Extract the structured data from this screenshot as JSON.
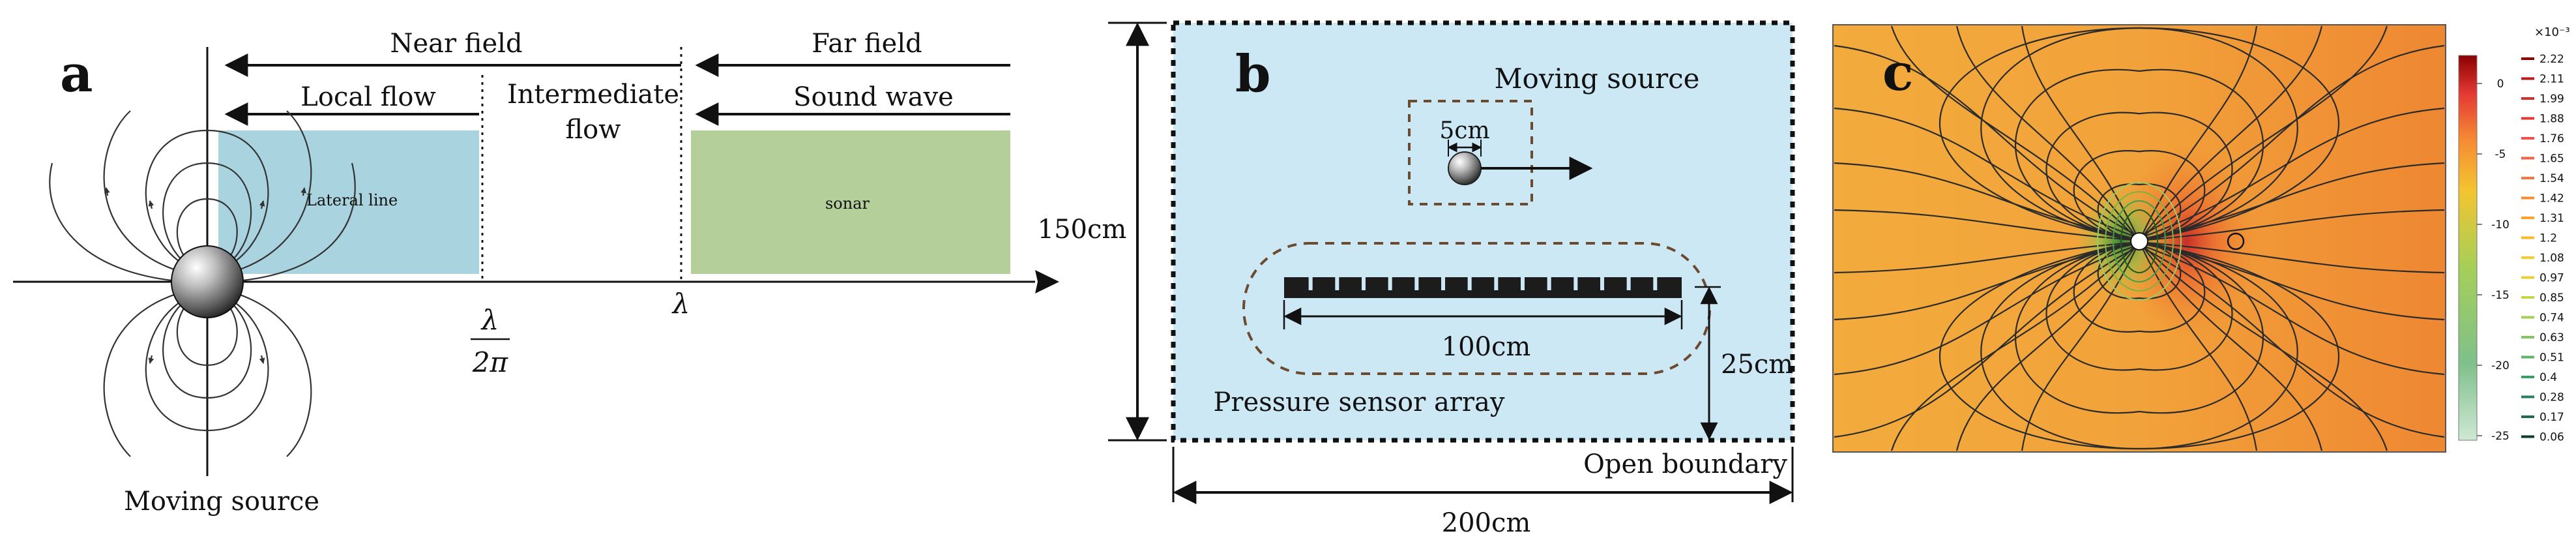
{
  "panel_a": {
    "letter": "a",
    "near_field": "Near field",
    "far_field": "Far field",
    "local_flow": "Local flow",
    "intermediate_line1": "Intermediate",
    "intermediate_line2": "flow",
    "sound_wave": "Sound wave",
    "lateral_line": "Lateral line",
    "sonar": "sonar",
    "lambda_over_2pi_num": "λ",
    "lambda_over_2pi_den": "2π",
    "lambda": "λ",
    "moving_source": "Moving source",
    "colors": {
      "lateral_fill": "#a9d3df",
      "sonar_fill": "#b5cf9a"
    }
  },
  "panel_b": {
    "letter": "b",
    "moving_source": "Moving source",
    "source_size": "5cm",
    "array_length": "100cm",
    "array_offset": "25cm",
    "pressure_sensor_array": "Pressure sensor array",
    "height": "150cm",
    "width": "200cm",
    "open_boundary": "Open boundary",
    "colors": {
      "domain_fill": "#cde8f5",
      "dash_color": "#6b4a2e"
    }
  },
  "panel_c": {
    "letter": "c",
    "scale_exponent": "×10⁻³",
    "left_ticks": [
      "0",
      "-5",
      "-10",
      "-15",
      "-20",
      "-25"
    ],
    "right_ticks": [
      "2.22",
      "2.11",
      "1.99",
      "1.88",
      "1.76",
      "1.65",
      "1.54",
      "1.42",
      "1.31",
      "1.2",
      "1.08",
      "0.97",
      "0.85",
      "0.74",
      "0.63",
      "0.51",
      "0.4",
      "0.28",
      "0.17",
      "0.06"
    ],
    "right_colors": [
      "#8b0000",
      "#b71c1c",
      "#d32f2f",
      "#e53935",
      "#ef5350",
      "#f0624a",
      "#f4773d",
      "#f68b33",
      "#f9a22c",
      "#fbb829",
      "#f6cc2e",
      "#e3d23a",
      "#c7d449",
      "#a6cf58",
      "#84c466",
      "#5fb36b",
      "#3f9c67",
      "#2a805c",
      "#1f6a50",
      "#0f3c2e"
    ],
    "colors": {
      "field_fill": "#f2a33a",
      "field_right": "#ef8a2e"
    }
  }
}
